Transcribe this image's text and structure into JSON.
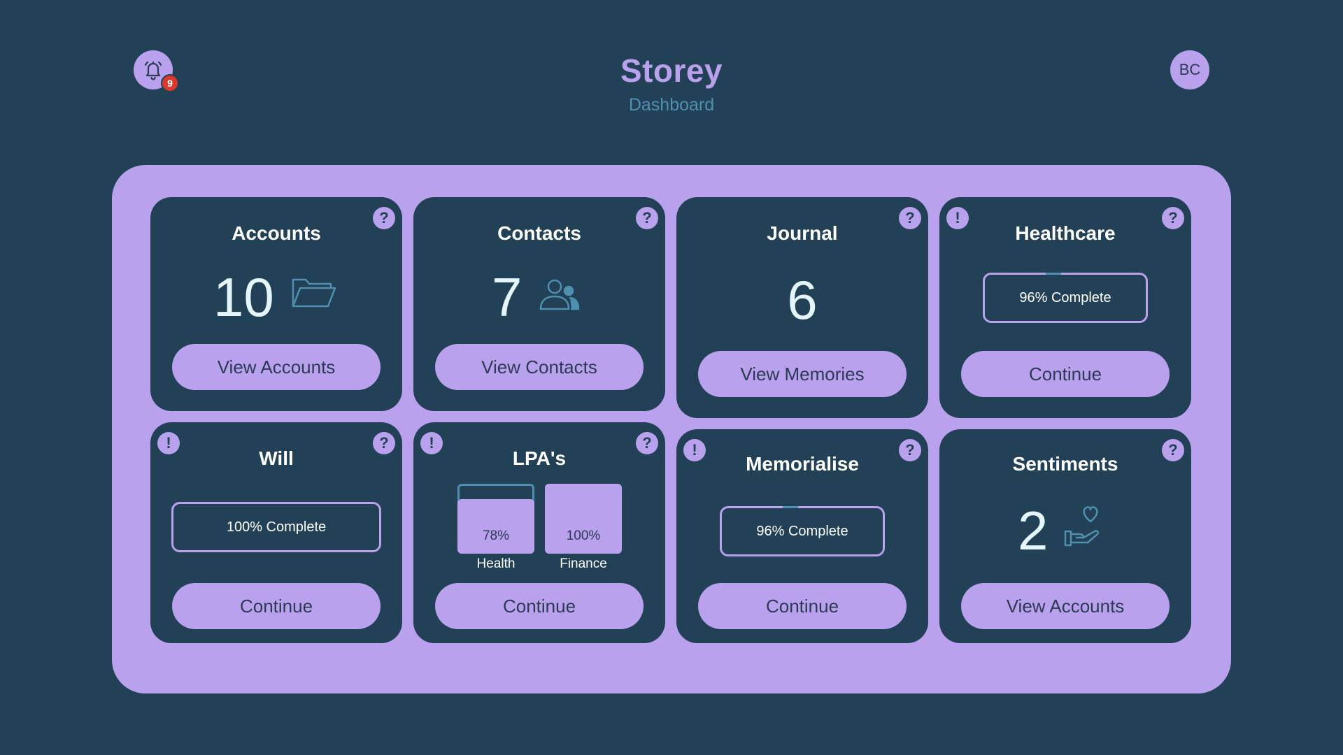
{
  "header": {
    "brand": "Storey",
    "subtitle": "Dashboard",
    "notification_count": "9",
    "avatar_initials": "BC"
  },
  "icons": {
    "help": "?",
    "alert": "!"
  },
  "cards": {
    "accounts": {
      "title": "Accounts",
      "count": "10",
      "icon": "folder-icon",
      "button": "View Accounts"
    },
    "contacts": {
      "title": "Contacts",
      "count": "7",
      "icon": "people-icon",
      "button": "View Contacts"
    },
    "journal": {
      "title": "Journal",
      "count": "6",
      "button": "View Memories"
    },
    "healthcare": {
      "title": "Healthcare",
      "progress_text": "96% Complete",
      "progress": 0.96,
      "button": "Continue"
    },
    "will": {
      "title": "Will",
      "progress_text": "100% Complete",
      "progress": 1.0,
      "button": "Continue"
    },
    "lpas": {
      "title": "LPA's",
      "bars": [
        {
          "label": "Health",
          "pct_text": "78%",
          "value": 0.78
        },
        {
          "label": "Finance",
          "pct_text": "100%",
          "value": 1.0
        }
      ],
      "button": "Continue"
    },
    "memorialise": {
      "title": "Memorialise",
      "progress_text": "96% Complete",
      "progress": 0.96,
      "button": "Continue"
    },
    "sentiments": {
      "title": "Sentiments",
      "count": "2",
      "icon": "heart-hand-icon",
      "button": "View Accounts"
    }
  },
  "colors": {
    "background": "#224156",
    "accent": "#b9a1ee",
    "secondary": "#4f8fb0",
    "badge": "#d93a2e"
  }
}
